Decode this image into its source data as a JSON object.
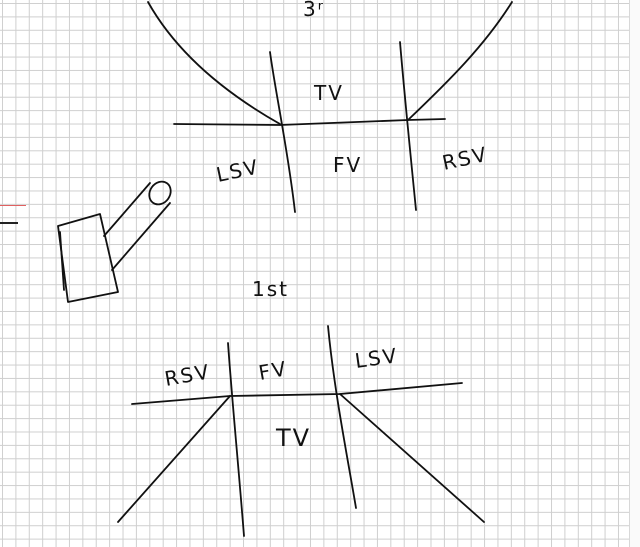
{
  "colors": {
    "ink": "#111111",
    "grid": "#cfcfcf",
    "paper": "#ffffff",
    "margin_mark": "#e06060"
  },
  "top_sketch": {
    "corner_note": "3ʳ",
    "labels": {
      "top": "TV",
      "left": "LSV",
      "center": "FV",
      "right": "RSV"
    }
  },
  "bottom_sketch": {
    "angle_note": "1st",
    "labels": {
      "left": "RSV",
      "center": "FV",
      "right": "LSV",
      "bottom": "TV"
    }
  },
  "icons": {
    "object": "cylinder-on-block-icon"
  }
}
